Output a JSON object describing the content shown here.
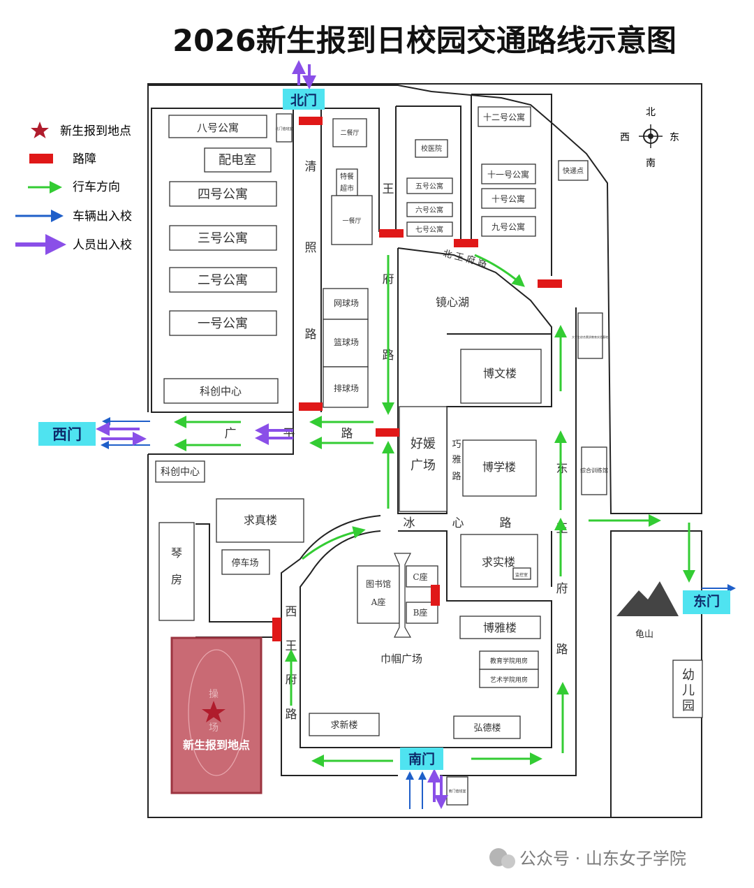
{
  "title": "2026新生报到日校园交通路线示意图",
  "legend": {
    "report_point": "新生报到地点",
    "roadblock": "路障",
    "drive_direction": "行车方向",
    "vehicle_in_out": "车辆出入校",
    "people_in_out": "人员出入校"
  },
  "compass": {
    "north": "北",
    "south": "南",
    "west": "西",
    "east": "东"
  },
  "gates": {
    "north": "北门",
    "south": "南门",
    "west": "西门",
    "east": "东门"
  },
  "buildings": {
    "apt8": "八号公寓",
    "power_room": "配电室",
    "apt4": "四号公寓",
    "apt3": "三号公寓",
    "apt2": "二号公寓",
    "apt1": "一号公寓",
    "innovation_center_top": "科创中心",
    "north_duty": "北门值班室",
    "canteen2": "二餐厅",
    "special_market_1": "特餐",
    "special_market_2": "超市",
    "canteen1": "一餐厅",
    "tennis": "网球场",
    "basketball": "篮球场",
    "volleyball": "排球场",
    "clinic": "校医院",
    "apt5": "五号公寓",
    "apt6": "六号公寓",
    "apt7": "七号公寓",
    "apt12": "十二号公寓",
    "apt11": "十一号公寓",
    "apt10": "十号公寓",
    "apt9": "九号公寓",
    "express": "快递点",
    "student_center": "大学生综合素质教育实验基地",
    "lake": "镜心湖",
    "bowen": "博文楼",
    "haoyuan_1": "好媛",
    "haoyuan_2": "广场",
    "boxue": "博学楼",
    "training": "综合训练馆",
    "innovation_center_bottom": "科创中心",
    "qiuzhen": "求真楼",
    "qin_1": "琴",
    "qin_2": "房",
    "parking": "停车场",
    "library_1": "图书馆",
    "library_2": "A座",
    "seat_c": "C座",
    "seat_b": "B座",
    "qiushi": "求实楼",
    "monitor": "监控室",
    "boya": "博雅楼",
    "square": "巾帼广场",
    "edu_room": "教育学院用房",
    "art_room": "艺术学院用房",
    "qiuxin": "求新楼",
    "hongde": "弘德楼",
    "gui_mountain": "龟山",
    "kindergarten": "幼儿园",
    "south_duty": "南门值班室",
    "playground_1": "操",
    "playground_2": "场",
    "report_point_label": "新生报到地点"
  },
  "roads": {
    "qingzhao": [
      "清",
      "照",
      "路"
    ],
    "wangfu_w": [
      "王",
      "府",
      "路"
    ],
    "beiwangfu": "北 王 府 路",
    "guangping": [
      "广",
      "平",
      "路"
    ],
    "qiaoya": [
      "巧",
      "雅",
      "路"
    ],
    "bingxin": [
      "冰",
      "心",
      "路"
    ],
    "dongwangfu": [
      "东",
      "王",
      "府",
      "路"
    ],
    "xiwangfu": [
      "西",
      "王",
      "府",
      "路"
    ]
  },
  "watermark": "公众号 · 山东女子学院",
  "colors": {
    "road_line": "#222222",
    "green_arrow": "#33cc33",
    "blue_arrow": "#1f5fc9",
    "purple_arrow": "#8a4fe8",
    "roadblock": "#e01818",
    "gate_label": "#4fe3f0",
    "report_field": "#c96a74",
    "star": "#b01c2c"
  }
}
